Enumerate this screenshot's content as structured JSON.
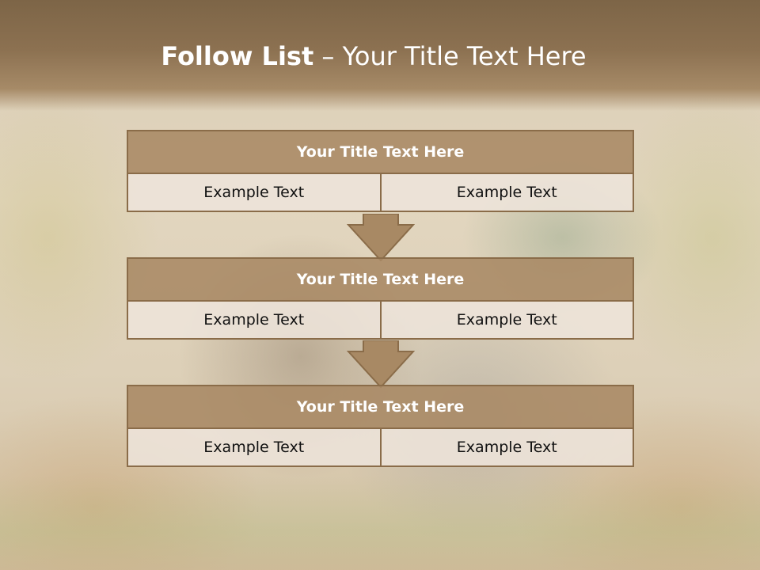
{
  "title": {
    "bold": "Follow List",
    "rest": " – Your Title Text Here"
  },
  "blocks": [
    {
      "title": "Your Title Text Here",
      "left": "Example Text",
      "right": "Example Text"
    },
    {
      "title": "Your Title Text Here",
      "left": "Example Text",
      "right": "Example Text"
    },
    {
      "title": "Your Title Text Here",
      "left": "Example Text",
      "right": "Example Text"
    }
  ],
  "colors": {
    "header_fill": "#a88964",
    "border": "#8a6c49",
    "cell_fill": "#eee4db",
    "title_bar": "#7d6547"
  }
}
